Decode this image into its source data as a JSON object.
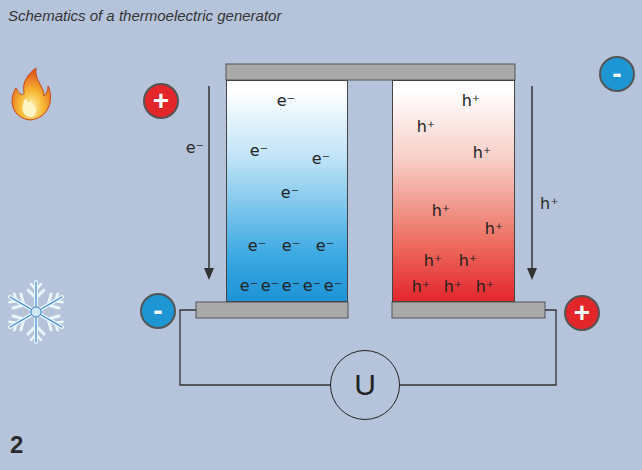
{
  "diagram": {
    "title": "Schematics of a thermoelectric generator",
    "nodes": [
      {
        "text": [
          "+"
        ]
      },
      {
        "text": [
          "e⁻",
          "e⁻",
          "e⁻",
          "e⁻",
          "e⁻",
          "e⁻",
          "e⁻",
          "e⁻",
          "e⁻",
          "e⁻",
          "e⁻",
          "e⁻"
        ]
      },
      {
        "text": [
          "h⁺",
          "h⁺",
          "h⁺",
          "h⁺",
          "h⁺",
          "h⁺",
          "h⁺",
          "h⁺",
          "h⁺",
          "h⁺"
        ]
      },
      {
        "text": [
          "-"
        ]
      },
      {
        "text": [
          "-"
        ]
      },
      {
        "text": [
          "+"
        ]
      },
      {
        "text": [
          "U"
        ]
      }
    ],
    "labels": [
      "e⁻",
      "h⁺",
      "2"
    ]
  }
}
